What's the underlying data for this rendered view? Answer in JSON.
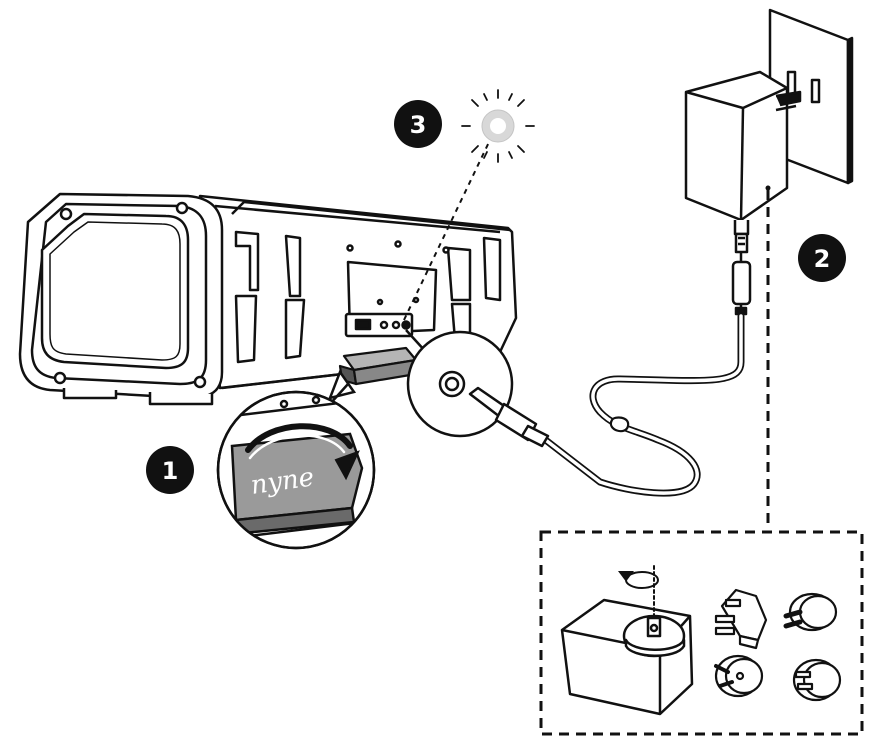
{
  "steps": [
    {
      "number": "1"
    },
    {
      "number": "2"
    },
    {
      "number": "3"
    }
  ],
  "logo": {
    "text": "nyne"
  },
  "colors": {
    "ink": "#111111",
    "paper": "#ffffff",
    "flap_gray": "#9a9a9a",
    "led_glow": "#d9d9d9"
  },
  "icons": [
    "speaker",
    "rubber-flap",
    "dc-port-zoom",
    "dc-plug",
    "cable",
    "power-adapter",
    "wall-outlet",
    "led-indicator",
    "rotate-arrow",
    "uk-plug-adapter",
    "eu-plug-adapter",
    "au-plug-adapter",
    "us-plug-adapter"
  ]
}
